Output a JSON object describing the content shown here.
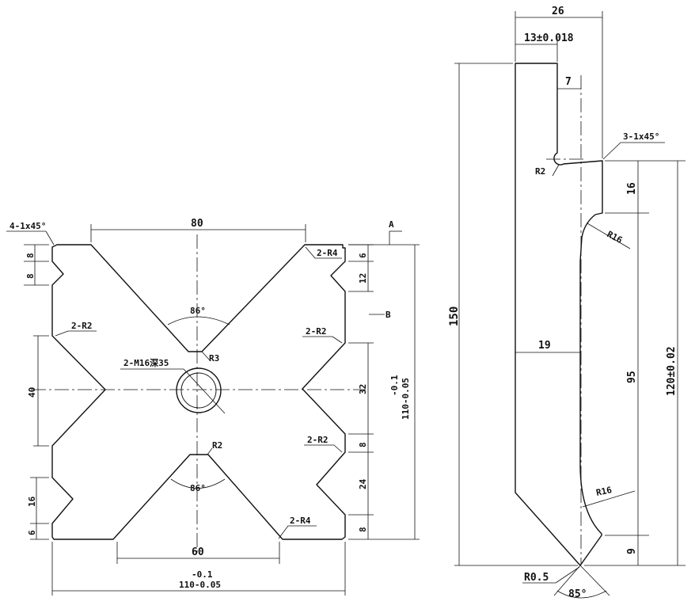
{
  "front_view": {
    "dims": {
      "top_width": "80",
      "bottom_width": "60",
      "overall_width_upper": "-0.1",
      "overall_width_lower": "110-0.05",
      "overall_height_upper": "-0.1",
      "overall_height_lower": "110-0.05",
      "left_top_8a": "8",
      "left_top_8b": "8",
      "left_40": "40",
      "left_16": "16",
      "left_6": "6",
      "right_6": "6",
      "right_12": "12",
      "right_32": "32",
      "right_8a": "8",
      "right_24": "24",
      "right_8b": "8"
    },
    "callouts": {
      "chamfer": "4-1x45°",
      "r4_top": "2-R4",
      "r4_bottom": "2-R4",
      "r2_left": "2-R2",
      "r2_right_upper": "2-R2",
      "r2_right_lower": "2-R2",
      "r3": "R3",
      "r2_bottom_v": "R2",
      "thread": "2-M16深35",
      "angle_top": "86°",
      "angle_bottom": "86°",
      "datum_a": "A",
      "datum_b": "B"
    }
  },
  "side_view": {
    "dims": {
      "width_26": "26",
      "slot_13": "13±0.018",
      "offset_7": "7",
      "height_150": "150",
      "width_19": "19",
      "h_16": "16",
      "h_95": "95",
      "h_9": "9",
      "h_120": "120±0.02"
    },
    "callouts": {
      "chamfer": "3-1x45°",
      "r2": "R2",
      "r16_top": "R16",
      "r16_bottom": "R16",
      "r05": "R0.5",
      "angle_85": "85°"
    }
  }
}
